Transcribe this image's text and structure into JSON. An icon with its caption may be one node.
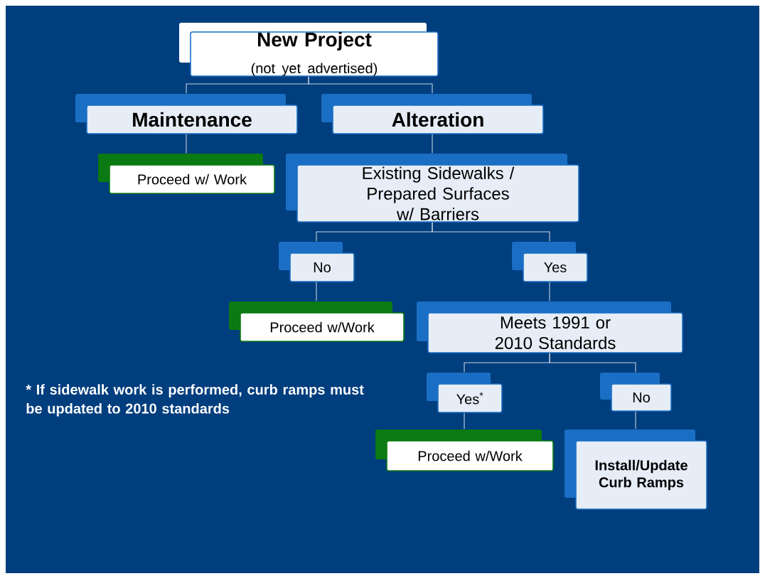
{
  "diagram": {
    "nodes": [
      {
        "text": [
          "New Project",
          "(not yet advertised)"
        ]
      },
      {
        "text": [
          "Maintenance"
        ]
      },
      {
        "text": [
          "Alteration"
        ]
      },
      {
        "text": [
          "Proceed w/ Work"
        ]
      },
      {
        "text": [
          "Existing Sidewalks / Prepared Surfaces w/ Barriers"
        ]
      },
      {
        "text": [
          "No"
        ]
      },
      {
        "text": [
          "Yes"
        ]
      },
      {
        "text": [
          "Proceed w/Work"
        ]
      },
      {
        "text": [
          "Meets 1991 or 2010 Standards"
        ]
      },
      {
        "text": [
          "Yes$^{*}$"
        ]
      },
      {
        "text": [
          "No"
        ]
      },
      {
        "text": [
          "Proceed w/Work"
        ]
      },
      {
        "text": [
          "Install/Update Curb Ramps"
        ]
      }
    ],
    "edges": [
      {
        "from": 0,
        "to": 1,
        "arrow": "none"
      },
      {
        "from": 0,
        "to": 2,
        "arrow": "none"
      },
      {
        "from": 1,
        "to": 3,
        "arrow": "none"
      },
      {
        "from": 2,
        "to": 4,
        "arrow": "none"
      },
      {
        "from": 4,
        "to": 5,
        "arrow": "none"
      },
      {
        "from": 4,
        "to": 6,
        "arrow": "none"
      },
      {
        "from": 5,
        "to": 7,
        "arrow": "none"
      },
      {
        "from": 6,
        "to": 8,
        "arrow": "none"
      },
      {
        "from": 8,
        "to": 9,
        "arrow": "none"
      },
      {
        "from": 8,
        "to": 10,
        "arrow": "none"
      },
      {
        "from": 9,
        "to": 11,
        "arrow": "none"
      },
      {
        "from": 10,
        "to": 12,
        "arrow": "none"
      }
    ],
    "labels": [
      "* If sidewalk work is performed, curb ramps must be updated to 2010 standards"
    ]
  }
}
